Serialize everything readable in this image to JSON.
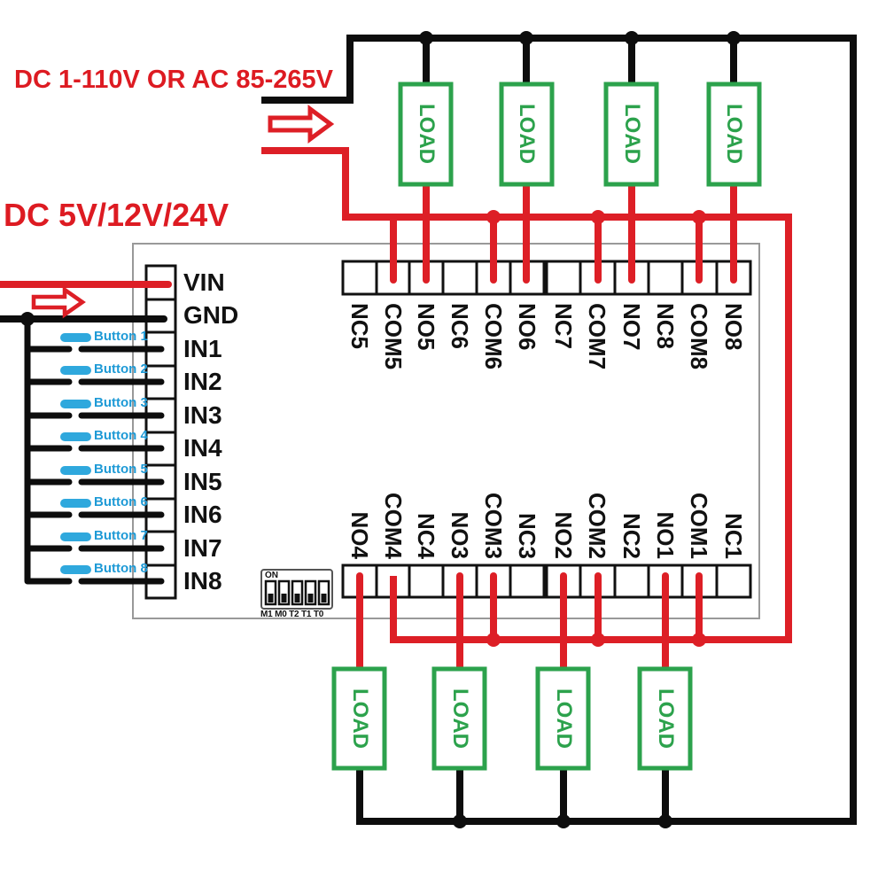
{
  "diagram": {
    "mains_supply_label": "DC 1-110V OR AC 85-265V",
    "logic_supply_label": "DC 5V/12V/24V",
    "load_label": "LOAD"
  },
  "module": {
    "pins": [
      "VIN",
      "GND",
      "IN1",
      "IN2",
      "IN3",
      "IN4",
      "IN5",
      "IN6",
      "IN7",
      "IN8"
    ],
    "top_terminals": [
      "NC5",
      "COM5",
      "NO5",
      "NC6",
      "COM6",
      "NO6",
      "NC7",
      "COM7",
      "NO7",
      "NC8",
      "COM8",
      "NO8"
    ],
    "bottom_terminals": [
      "NO4",
      "COM4",
      "NC4",
      "NO3",
      "COM3",
      "NC3",
      "NO2",
      "COM2",
      "NC2",
      "NO1",
      "COM1",
      "NC1"
    ],
    "dip_switch": {
      "on_label": "ON",
      "pin_labels": "M1 M0 T2 T1 T0",
      "positions": 5
    }
  },
  "buttons": [
    "Button 1",
    "Button 2",
    "Button 3",
    "Button 4",
    "Button 5",
    "Button 6",
    "Button 7",
    "Button 8"
  ],
  "colors": {
    "wire_red": "#dd1f26",
    "wire_black": "#0d0d0d",
    "load_green": "#2ca24c",
    "button_blue": "#2fa8dd",
    "board_outline_gray": "#999999"
  }
}
